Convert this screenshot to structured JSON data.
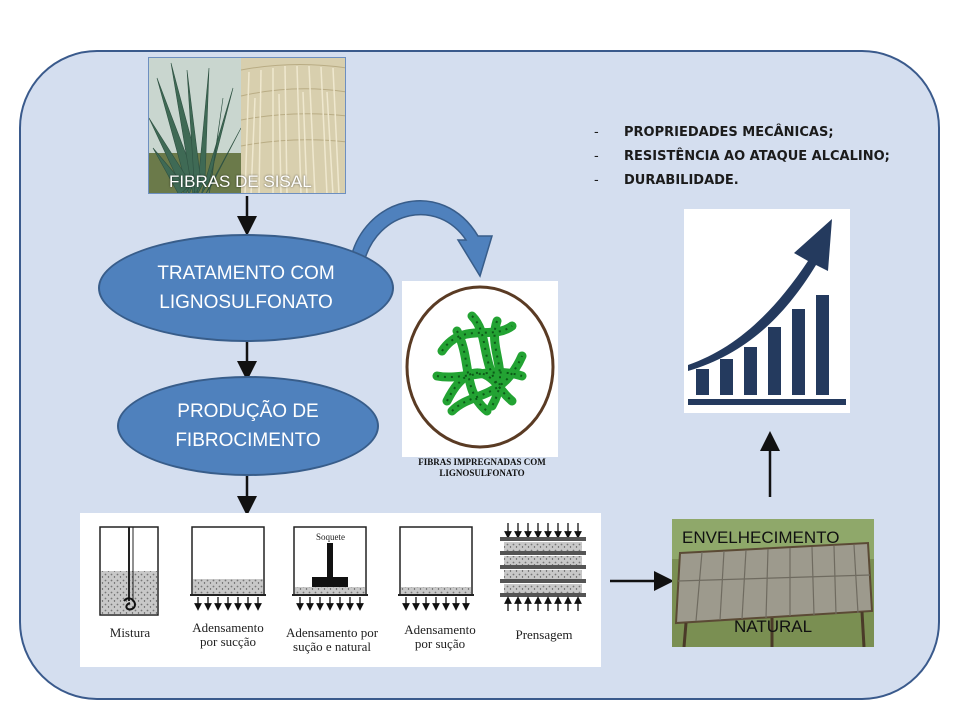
{
  "sisal": {
    "label": "FIBRAS DE SISAL"
  },
  "ellipses": {
    "treatment": {
      "line1": "TRATAMENTO COM",
      "line2": "LIGNOSULFONATO"
    },
    "production": {
      "line1": "PRODUÇÃO DE",
      "line2": "FIBROCIMENTO"
    }
  },
  "impregnated": {
    "line1": "FIBRAS IMPREGNADAS COM",
    "line2": "LIGNOSULFONATO"
  },
  "process": {
    "steps": [
      {
        "line1": "Mistura",
        "line2": ""
      },
      {
        "line1": "Adensamento",
        "line2": "por sucção"
      },
      {
        "line1": "Adensamento por",
        "line2": "sução e natural"
      },
      {
        "line1": "Adensamento",
        "line2": "por sução"
      },
      {
        "line1": "Prensagem",
        "line2": ""
      }
    ],
    "soquete": "Soquete"
  },
  "aging": {
    "line1": "ENVELHECIMENTO",
    "line2": "NATURAL"
  },
  "benefits": {
    "dash": "-",
    "items": [
      "PROPRIEDADES MECÂNICAS;",
      "RESISTÊNCIA AO ATAQUE ALCALINO;",
      "DURABILIDADE."
    ]
  },
  "colors": {
    "panel": "#d4deef",
    "ellipse": "#4f81bd",
    "chart": "#243a5e",
    "fiber": "#2fbf3a"
  }
}
